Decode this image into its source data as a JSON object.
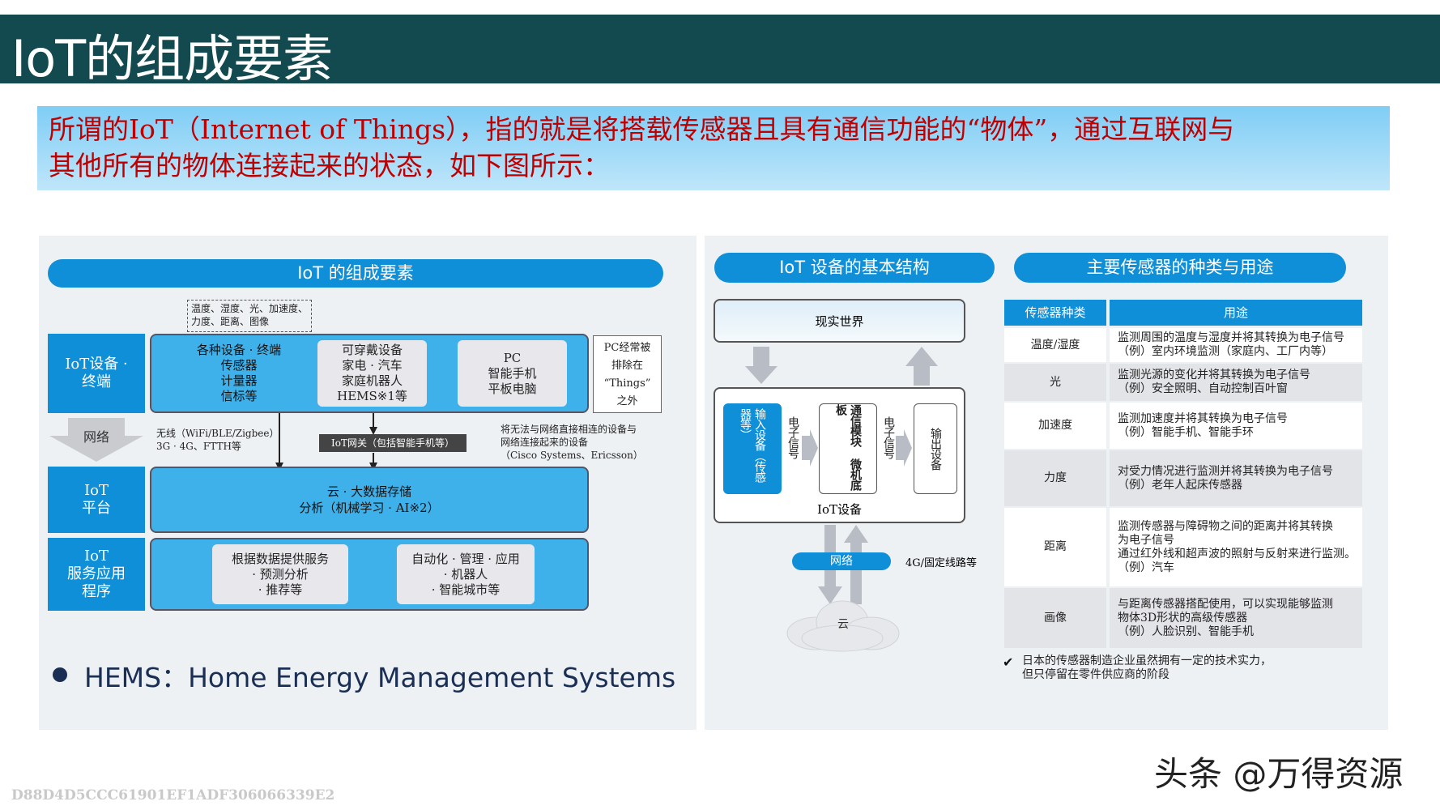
{
  "header": {
    "title": "IoT的组成要素"
  },
  "intro": {
    "line1": "所谓的IoT（Internet of Things），指的就是将搭载传感器且具有通信功能的“物体”，通过互联网与",
    "line2": "其他所有的物体连接起来的状态，如下图所示："
  },
  "left": {
    "title": "IoT 的组成要素",
    "sensor_note": [
      "温度、湿度、光、加速度、",
      "力度、距离、图像"
    ],
    "rows": {
      "device": [
        "IoT设备 ·",
        "终端"
      ],
      "network": "网络",
      "platform": [
        "IoT",
        "平台"
      ],
      "service": [
        "IoT",
        "服务应用",
        "程序"
      ]
    },
    "device_boxes": [
      [
        "各种设备 · 终端",
        "传感器",
        "计量器",
        "信标等"
      ],
      [
        "可穿戴设备",
        "家电 · 汽车",
        "家庭机器人",
        "HEMS※1等"
      ],
      [
        "PC",
        "智能手机",
        "平板电脑"
      ]
    ],
    "pc_note": [
      "PC经常被",
      "排除在",
      "“Things”",
      "之外"
    ],
    "wireless_note": [
      "无线（WiFi/BLE/Zigbee）",
      "3G · 4G、FTTH等"
    ],
    "gateway": "IoT网关（包括智能手机等）",
    "gateway_note": [
      "将无法与网络直接相连的设备与",
      "网络连接起来的设备",
      "（Cisco Systems、Ericsson）"
    ],
    "cloud": [
      "云 · 大数据存储",
      "分析（机械学习 · AI※2）"
    ],
    "service_boxes": [
      [
        "根据数据提供服务",
        "· 预测分析",
        "· 推荐等"
      ],
      [
        "自动化 · 管理 · 应用",
        "· 机器人",
        "· 智能城市等"
      ]
    ],
    "footnote": "HEMS：Home Energy Management Systems"
  },
  "middle": {
    "title": "IoT 设备的基本结构",
    "real_world": "现实世界",
    "input": "输入设备（传感器等）",
    "signal1": "电子信号",
    "module": "通信模块 微机底板",
    "signal2": "电子信号",
    "output": "输出设备",
    "device_label": "IoT设备",
    "network": "网络",
    "network_note": "4G/固定线路等",
    "cloud": "云"
  },
  "right": {
    "title": "主要传感器的种类与用途",
    "headers": [
      "传感器种类",
      "用途"
    ],
    "rows": [
      {
        "type": "温度/湿度",
        "use": [
          "监测周围的温度与湿度并将其转换为电子信号",
          "（例）室内环境监测（家庭内、工厂内等）"
        ]
      },
      {
        "type": "光",
        "use": [
          "监测光源的变化并将其转换为电子信号",
          "（例）安全照明、自动控制百叶窗"
        ]
      },
      {
        "type": "加速度",
        "use": [
          "监测加速度并将其转换为电子信号",
          "（例）智能手机、智能手环"
        ]
      },
      {
        "type": "力度",
        "use": [
          "对受力情况进行监测并将其转换为电子信号",
          "（例）老年人起床传感器"
        ]
      },
      {
        "type": "距离",
        "use": [
          "监测传感器与障碍物之间的距离并将其转换",
          "为电子信号",
          "通过红外线和超声波的照射与反射来进行监测。",
          "（例）汽车"
        ]
      },
      {
        "type": "画像",
        "use": [
          "与距离传感器搭配使用，可以实现能够监测",
          "物体3D形状的高级传感器",
          "（例）人脸识别、智能手机"
        ]
      }
    ],
    "note": [
      "日本的传感器制造企业虽然拥有一定的技术实力，",
      "但只停留在零件供应商的阶段"
    ]
  },
  "watermark": "头条 @万得资源",
  "hash": "D88D4D5CCC61901EF1ADF306066339E2"
}
